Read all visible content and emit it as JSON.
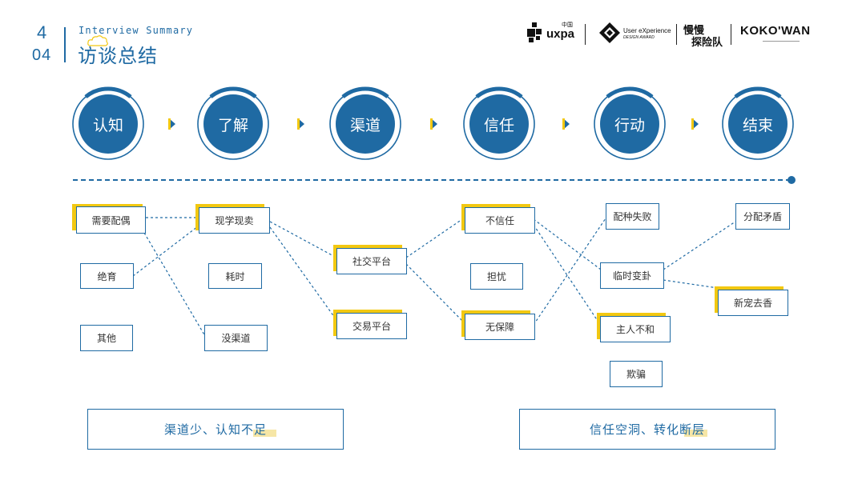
{
  "header": {
    "page_number": "4",
    "page_sub": "04",
    "title_en": "Interview Summary",
    "title_zh": "访谈总结"
  },
  "logos": {
    "uxpa_cn": "中国",
    "uxpa": "uxpa",
    "ux_awards_line1": "User eXperience",
    "ux_awards_line2": "DESIGN AWARD",
    "team_line1": "慢慢",
    "team_line2": "探险队",
    "kokowan": "KOKO'WAN"
  },
  "stages": [
    "认知",
    "了解",
    "渠道",
    "信任",
    "行动",
    "结束"
  ],
  "colors": {
    "brand_blue": "#1f6aa3",
    "accent_yellow": "#f2c811",
    "soft_yellow": "#f6e6a6"
  },
  "columns": {
    "awareness": {
      "need_partner": "需要配偶",
      "neutered": "绝育",
      "other": "其他"
    },
    "learning": {
      "reality_buy_sell": "现学现卖",
      "time_consuming": "耗时",
      "no_channel": "没渠道"
    },
    "channel": {
      "social_platform": "社交平台",
      "trade_platform": "交易平台"
    },
    "trust": {
      "distrust": "不信任",
      "worry": "担忧",
      "no_guarantee": "无保障"
    },
    "action": {
      "mating_failed": "配种失败",
      "temp_change": "临时变卦",
      "owner_dispute": "主人不和",
      "cheated": "欺骗"
    },
    "end": {
      "allocation_conflict": "分配矛盾",
      "new_pet_lost": "新宠去香"
    }
  },
  "conclusions": {
    "left": "渠道少、认知不足",
    "right": "信任空洞、转化断层"
  }
}
